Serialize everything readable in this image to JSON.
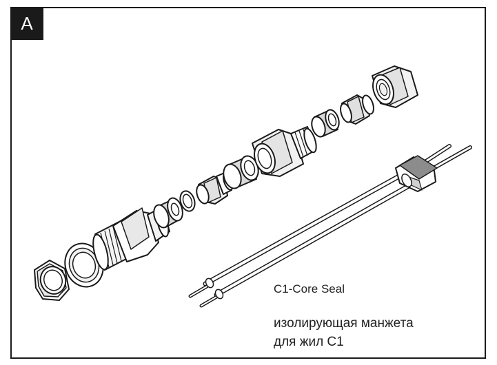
{
  "figure": {
    "panel_label": "A",
    "caption_en": "C1-Core Seal",
    "caption_ru_line1": "изолирующая манжета",
    "caption_ru_line2": "для жил C1"
  },
  "colors": {
    "stroke": "#1a1a1a",
    "fill": "#ffffff",
    "shade": "#d9d9d9",
    "seal_band": "#8c8c8c"
  },
  "parts": [
    "hex-locknut",
    "flat-washer",
    "threaded-body",
    "insert-ring",
    "o-ring",
    "small-hex-nipple",
    "clamp-ring",
    "cap-nut-large",
    "seal-insert",
    "reducer-nipple",
    "dome-cap-nut",
    "c1-core-seal"
  ]
}
